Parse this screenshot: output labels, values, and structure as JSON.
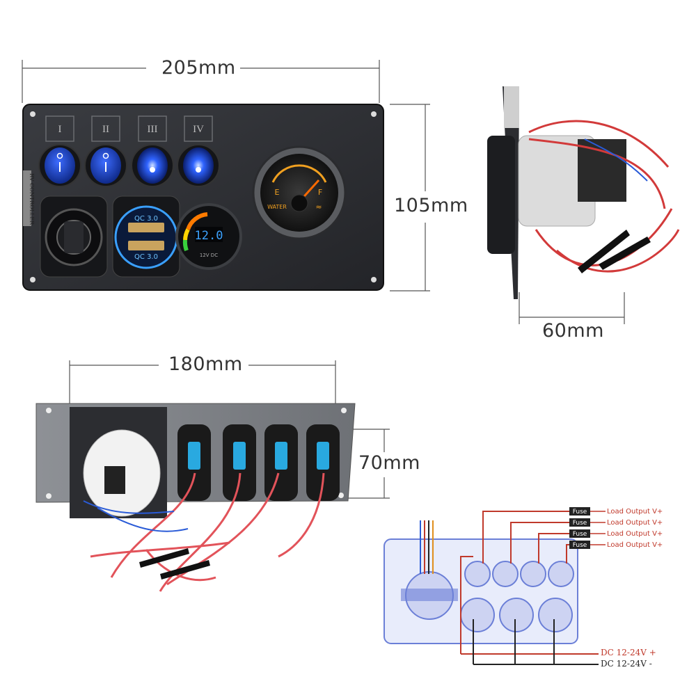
{
  "dimensions": {
    "width_top": "205mm",
    "height_front": "105mm",
    "depth_side": "60mm",
    "width_bottom": "180mm",
    "height_back": "70mm"
  },
  "panel": {
    "switch_numerals": [
      "I",
      "II",
      "III",
      "IV"
    ],
    "brand_label": "RV CONTROLLER",
    "usb_port_1": "QC 3.0",
    "usb_port_2": "QC 3.0",
    "voltmeter_reading": "12.0",
    "voltmeter_caption": "12V DC",
    "gauge_empty": "E",
    "gauge_full": "F",
    "gauge_label": "WATER"
  },
  "wiring": {
    "fuse_label": "Fuse",
    "load_outputs": [
      "Load Output V+",
      "Load Output V+",
      "Load Output V+",
      "Load Output V+"
    ],
    "dc_positive": "DC 12-24V +",
    "dc_negative": "DC 12-24V -"
  },
  "colors": {
    "panel": "#2b2d31",
    "switch_blue": "#1f4fd6",
    "positive_wire": "#c0392b",
    "negative_wire": "#222222",
    "diagram_fill": "#e8ecfb",
    "diagram_stroke": "#6b7fd7"
  }
}
